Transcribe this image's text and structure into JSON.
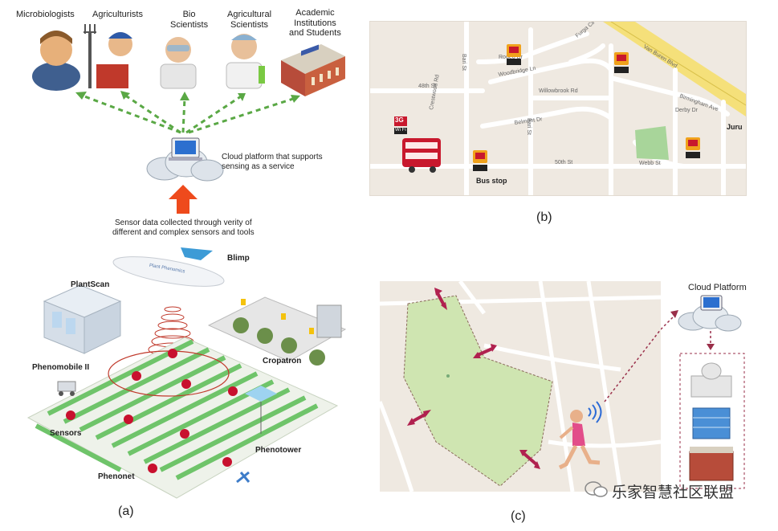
{
  "panel_a": {
    "caption": "(a)",
    "actors": [
      {
        "label": "Microbiologists"
      },
      {
        "label": "Agriculturists"
      },
      {
        "label": "Bio\nScientists"
      },
      {
        "label": "Agricultural\nScientists"
      },
      {
        "label": "Academic\nInstitutions\nand Students"
      }
    ],
    "cloud_label": "Cloud platform that supports\nsensing as a service",
    "sensor_text": "Sensor data collected through verity of\ndifferent and complex sensors and tools",
    "labels": {
      "blimp": "Blimp",
      "plantscan": "PlantScan",
      "phenomobile": "Phenomobile II",
      "cropatron": "Cropatron",
      "sensors": "Sensors",
      "phenotower": "Phenotower",
      "phenonet": "Phenonet"
    }
  },
  "panel_b": {
    "caption": "(b)",
    "badge_3g": "3G",
    "bus_stop": "Bus stop",
    "wifi": "Wi Fi",
    "streets": [
      "48th St",
      "50th St",
      "Willowbrook Rd",
      "Woodbridge Ln",
      "Rodeo Dr",
      "Belmont Dr",
      "Derby Dr",
      "Webb St",
      "Birmingham Ave",
      "Van Buren Blvd",
      "Juru"
    ]
  },
  "panel_c": {
    "caption": "(c)",
    "cloud_platform": "Cloud Platform"
  },
  "watermark": "乐家智慧社区联盟",
  "colors": {
    "arrow_green": "#5aa845",
    "arrow_orange": "#ee4a1c",
    "map_bg": "#efe9e1",
    "park_green": "#cfe5b1",
    "field_green": "#6fc46a",
    "dot_red": "#c8102e"
  }
}
